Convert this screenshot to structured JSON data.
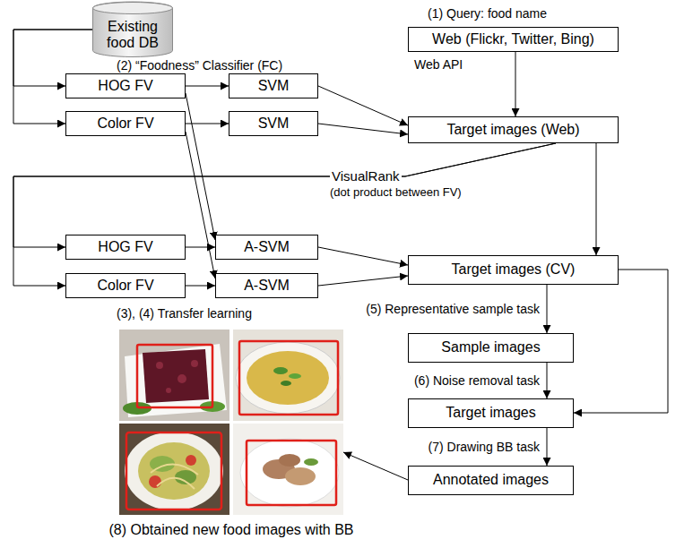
{
  "diagram": {
    "nodes": [
      {
        "text": [
          "Existing food DB"
        ]
      },
      {
        "text": [
          "Web (Flickr, Twitter, Bing)"
        ]
      },
      {
        "text": [
          "HOG FV"
        ]
      },
      {
        "text": [
          "Color FV"
        ]
      },
      {
        "text": [
          "SVM"
        ]
      },
      {
        "text": [
          "SVM"
        ]
      },
      {
        "text": [
          "Target images (Web)"
        ]
      },
      {
        "text": [
          "HOG FV"
        ]
      },
      {
        "text": [
          "Color FV"
        ]
      },
      {
        "text": [
          "A-SVM"
        ]
      },
      {
        "text": [
          "A-SVM"
        ]
      },
      {
        "text": [
          "Target images (CV)"
        ]
      },
      {
        "text": [
          "Sample images"
        ]
      },
      {
        "text": [
          "Target images"
        ]
      },
      {
        "text": [
          "Annotated images"
        ]
      },
      {
        "text": [
          "(8) Obtained new food images with BB"
        ]
      }
    ],
    "edges": [
      {
        "from": 0,
        "to": 2,
        "arrow": "to"
      },
      {
        "from": 0,
        "to": 3,
        "arrow": "to"
      },
      {
        "from": 1,
        "to": 6,
        "arrow": "to"
      },
      {
        "from": 2,
        "to": 4,
        "arrow": "to"
      },
      {
        "from": 3,
        "to": 5,
        "arrow": "to"
      },
      {
        "from": 4,
        "to": 6,
        "arrow": "to"
      },
      {
        "from": 5,
        "to": 6,
        "arrow": "to"
      },
      {
        "from": 6,
        "to": 7,
        "label": "VisualRank",
        "arrow": "to"
      },
      {
        "from": 6,
        "to": 8,
        "arrow": "to"
      },
      {
        "from": 2,
        "to": 9,
        "arrow": "to"
      },
      {
        "from": 3,
        "to": 10,
        "arrow": "to"
      },
      {
        "from": 7,
        "to": 9,
        "arrow": "to"
      },
      {
        "from": 8,
        "to": 10,
        "arrow": "to"
      },
      {
        "from": 9,
        "to": 11,
        "arrow": "to"
      },
      {
        "from": 10,
        "to": 11,
        "arrow": "to"
      },
      {
        "from": 6,
        "to": 11,
        "arrow": "to"
      },
      {
        "from": 11,
        "to": 12,
        "arrow": "to"
      },
      {
        "from": 11,
        "to": 13,
        "arrow": "to"
      },
      {
        "from": 12,
        "to": 13,
        "arrow": "to"
      },
      {
        "from": 13,
        "to": 14,
        "arrow": "to"
      },
      {
        "from": 14,
        "to": 15,
        "arrow": "to"
      }
    ],
    "labels": [
      "(1) Query: food name",
      "Web API",
      "(2) “Foodness” Classifier (FC)",
      "(dot product between FV)",
      "(3), (4) Transfer learning",
      "(5) Representative sample task",
      "(6) Noise removal task",
      "(7) Drawing BB task"
    ]
  }
}
